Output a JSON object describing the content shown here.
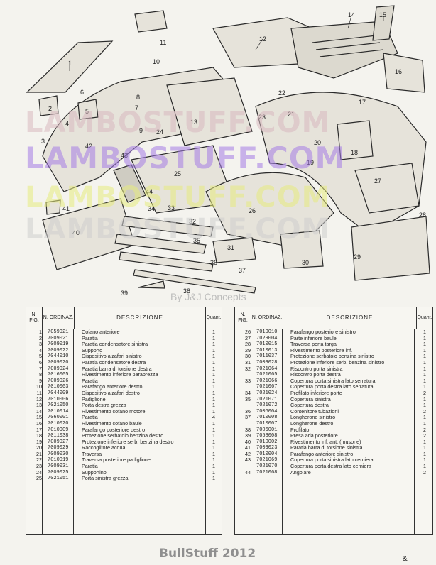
{
  "watermark": {
    "line1": "LAMBOSTUFF.COM",
    "line2": "LAMBOSTUFF.COM",
    "line3": "LAMBOSTUFF.COM",
    "line4": "LAMBOSTUFF.COM",
    "sub": "By J&J Concepts"
  },
  "diagram": {
    "callouts": [
      "1",
      "2",
      "3",
      "4",
      "5",
      "6",
      "7",
      "8",
      "9",
      "10",
      "11",
      "12",
      "13",
      "14",
      "15",
      "16",
      "17",
      "18",
      "19",
      "20",
      "21",
      "22",
      "23",
      "24",
      "25",
      "26",
      "27",
      "28",
      "29",
      "30",
      "31",
      "32",
      "33",
      "34",
      "35",
      "36",
      "37",
      "38",
      "39",
      "40",
      "41",
      "42",
      "43",
      "44"
    ]
  },
  "table_headers": {
    "n_fig": "N. FIG.",
    "n_ord": "N. ORDINAZ.",
    "desc": "DESCRIZIONE",
    "qty": "Quant."
  },
  "left_rows": [
    {
      "n": "1",
      "ord": "7059021",
      "desc": "Cofano anteriore",
      "q": "1"
    },
    {
      "n": "2",
      "ord": "7009021",
      "desc": "Paratia",
      "q": "1"
    },
    {
      "n": "3",
      "ord": "7009019",
      "desc": "Paratia condensatore sinistra",
      "q": "1"
    },
    {
      "n": "4",
      "ord": "7009022",
      "desc": "Supporto",
      "q": "1"
    },
    {
      "n": "5",
      "ord": "7044010",
      "desc": "Dispositivo alzafari sinistro",
      "q": "1"
    },
    {
      "n": "6",
      "ord": "7009020",
      "desc": "Paratia condensatore destra",
      "q": "1"
    },
    {
      "n": "7",
      "ord": "7009024",
      "desc": "Paratia barra di torsione destra",
      "q": "1"
    },
    {
      "n": "8",
      "ord": "7016005",
      "desc": "Rivestimento inferiore parabrezza",
      "q": "1"
    },
    {
      "n": "9",
      "ord": "7009026",
      "desc": "Paratia",
      "q": "1"
    },
    {
      "n": "10",
      "ord": "7010003",
      "desc": "Parafango anteriore destro",
      "q": "1"
    },
    {
      "n": "11",
      "ord": "7044009",
      "desc": "Dispositivo alzafari destro",
      "q": "1"
    },
    {
      "n": "12",
      "ord": "7010006",
      "desc": "Padiglione",
      "q": "1"
    },
    {
      "n": "13",
      "ord": "7021050",
      "desc": "Porta destra grezza",
      "q": "1"
    },
    {
      "n": "14",
      "ord": "7010014",
      "desc": "Rivestimento cofano motore",
      "q": "1"
    },
    {
      "n": "15",
      "ord": "7060001",
      "desc": "Paratia",
      "q": "4"
    },
    {
      "n": "16",
      "ord": "7010020",
      "desc": "Rivestimento cofano baule",
      "q": "1"
    },
    {
      "n": "17",
      "ord": "7010009",
      "desc": "Parafango posteriore destro",
      "q": "1"
    },
    {
      "n": "18",
      "ord": "7011038",
      "desc": "Protezione serbatoio benzina destro",
      "q": "1"
    },
    {
      "n": "19",
      "ord": "7009027",
      "desc": "Protezione inferiore serb. benzina destro",
      "q": "1"
    },
    {
      "n": "20",
      "ord": "7009029",
      "desc": "Raccoglitore acqua",
      "q": "1"
    },
    {
      "n": "21",
      "ord": "7009030",
      "desc": "Traversa",
      "q": "1"
    },
    {
      "n": "22",
      "ord": "7010019",
      "desc": "Traversa posteriore padiglione",
      "q": "1"
    },
    {
      "n": "23",
      "ord": "7009031",
      "desc": "Paratia",
      "q": "1"
    },
    {
      "n": "24",
      "ord": "7009025",
      "desc": "Supportino",
      "q": "1"
    },
    {
      "n": "25",
      "ord": "7021051",
      "desc": "Porta sinistra grezza",
      "q": "1"
    }
  ],
  "right_rows": [
    {
      "n": "26",
      "ord": "7010010",
      "desc": "Parafango posteriore sinistro",
      "q": "1"
    },
    {
      "n": "27",
      "ord": "7029004",
      "desc": "Parte inferiore baule",
      "q": "1"
    },
    {
      "n": "28",
      "ord": "7010015",
      "desc": "Traversa porta targa",
      "q": "1"
    },
    {
      "n": "29",
      "ord": "7010013",
      "desc": "Rivestimento posteriore inf.",
      "q": "1"
    },
    {
      "n": "30",
      "ord": "7011037",
      "desc": "Protezione serbatoio benzina sinistro",
      "q": "1"
    },
    {
      "n": "31",
      "ord": "7009028",
      "desc": "Protezione inferiore serb. benzina sinistro",
      "q": "1"
    },
    {
      "n": "32",
      "ord": "7021064",
      "desc": "Riscontro porta sinistra",
      "q": "1"
    },
    {
      "n": "",
      "ord": "7021065",
      "desc": "Riscontro porta destra",
      "q": "1"
    },
    {
      "n": "33",
      "ord": "7021066",
      "desc": "Copertura porta sinistra lato serratura",
      "q": "1"
    },
    {
      "n": "",
      "ord": "7021067",
      "desc": "Copertura porta destra lato serratura",
      "q": "1"
    },
    {
      "n": "34",
      "ord": "7021024",
      "desc": "Profilato inferiore porte",
      "q": "2"
    },
    {
      "n": "35",
      "ord": "7021071",
      "desc": "Copertura sinistra",
      "q": "1"
    },
    {
      "n": "",
      "ord": "7021072",
      "desc": "Copertura destra",
      "q": "1"
    },
    {
      "n": "36",
      "ord": "7006004",
      "desc": "Contenitore tubazioni",
      "q": "2"
    },
    {
      "n": "37",
      "ord": "7010008",
      "desc": "Longherone sinistro",
      "q": "1"
    },
    {
      "n": "",
      "ord": "7010007",
      "desc": "Longherone destro",
      "q": "1"
    },
    {
      "n": "38",
      "ord": "7006001",
      "desc": "Profilato",
      "q": "2"
    },
    {
      "n": "39",
      "ord": "7053008",
      "desc": "Presa aria posteriore",
      "q": "2"
    },
    {
      "n": "40",
      "ord": "7010002",
      "desc": "Rivestimento inf. ant. (musone)",
      "q": "1"
    },
    {
      "n": "41",
      "ord": "7009023",
      "desc": "Paratia barra di torsione sinistra",
      "q": "1"
    },
    {
      "n": "42",
      "ord": "7010004",
      "desc": "Parafango anteriore sinistro",
      "q": "1"
    },
    {
      "n": "43",
      "ord": "7021069",
      "desc": "Copertura porta sinistra lato cerniera",
      "q": "1"
    },
    {
      "n": "",
      "ord": "7021070",
      "desc": "Copertura porta destra lato cerniera",
      "q": "1"
    },
    {
      "n": "44",
      "ord": "7021068",
      "desc": "Angolare",
      "q": "2"
    }
  ],
  "footer": {
    "credit": "BullStuff 2012",
    "mark": "&"
  }
}
